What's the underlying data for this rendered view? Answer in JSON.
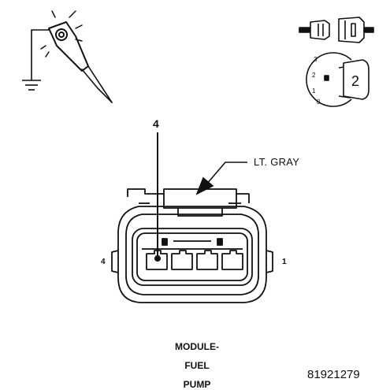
{
  "diagram": {
    "wire_color": "LT. GRAY",
    "callout_pin": "4",
    "connector_pin_left": "4",
    "connector_pin_right": "1",
    "caption": [
      "MODULE-",
      "FUEL",
      "PUMP"
    ],
    "figure_id": "81921279",
    "ignition_positions": [
      "3",
      "2",
      "1",
      "0"
    ],
    "ignition_key_position": "2",
    "icons": {
      "test_light": "test-light-probe-icon",
      "ground": "ground-symbol-icon",
      "disconnected_connector": "disconnected-connector-icon",
      "ignition_switch": "ignition-switch-icon"
    },
    "colors": {
      "line": "#111111",
      "background": "#ffffff"
    }
  }
}
